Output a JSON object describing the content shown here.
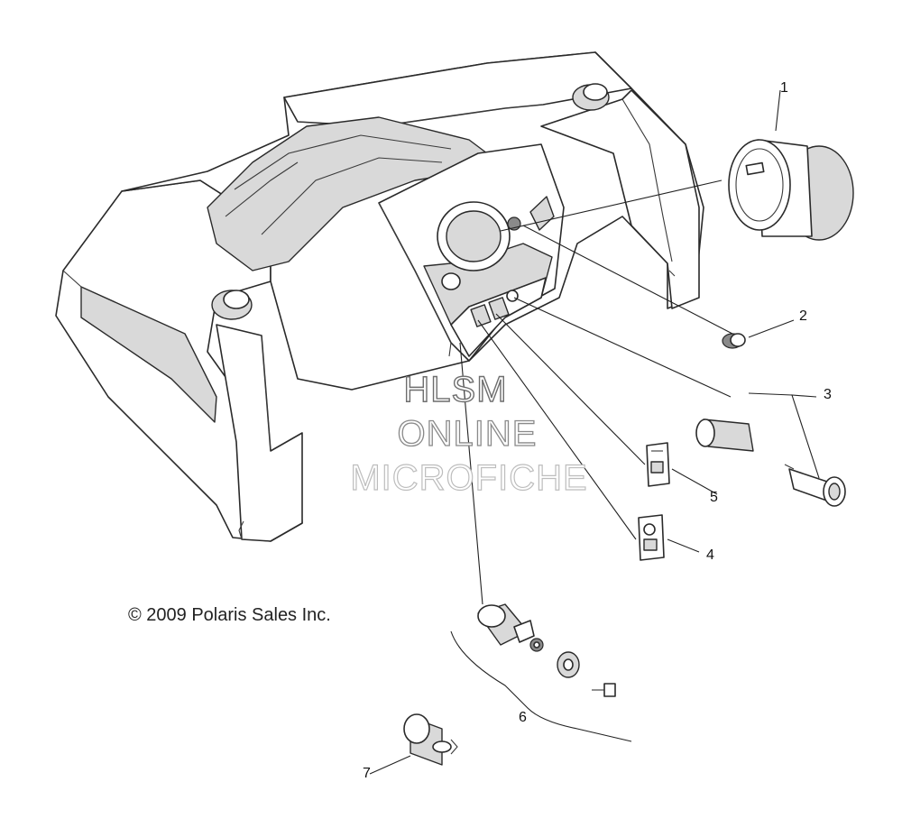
{
  "watermark": {
    "line1": "HLSM",
    "line2": "ONLINE",
    "line3": "MICROFICHE"
  },
  "copyright": "© 2009 Polaris Sales Inc.",
  "callouts": [
    {
      "id": "1",
      "label": "1"
    },
    {
      "id": "2",
      "label": "2"
    },
    {
      "id": "3",
      "label": "3"
    },
    {
      "id": "4",
      "label": "4"
    },
    {
      "id": "5",
      "label": "5"
    },
    {
      "id": "6",
      "label": "6"
    },
    {
      "id": "7",
      "label": "7"
    }
  ],
  "parts": [
    {
      "callout": "1",
      "icon": "speedometer-gauge-icon"
    },
    {
      "callout": "2",
      "icon": "indicator-light-icon"
    },
    {
      "callout": "3",
      "icon": "power-outlet-icon"
    },
    {
      "callout": "4",
      "icon": "rocker-switch-icon"
    },
    {
      "callout": "5",
      "icon": "rocker-switch-icon"
    },
    {
      "callout": "6",
      "icon": "ignition-switch-icon"
    },
    {
      "callout": "7",
      "icon": "accessory-plug-icon"
    }
  ],
  "colors": {
    "line": "#2a2a2a",
    "shade": "#d9d9d9",
    "background": "#ffffff"
  }
}
